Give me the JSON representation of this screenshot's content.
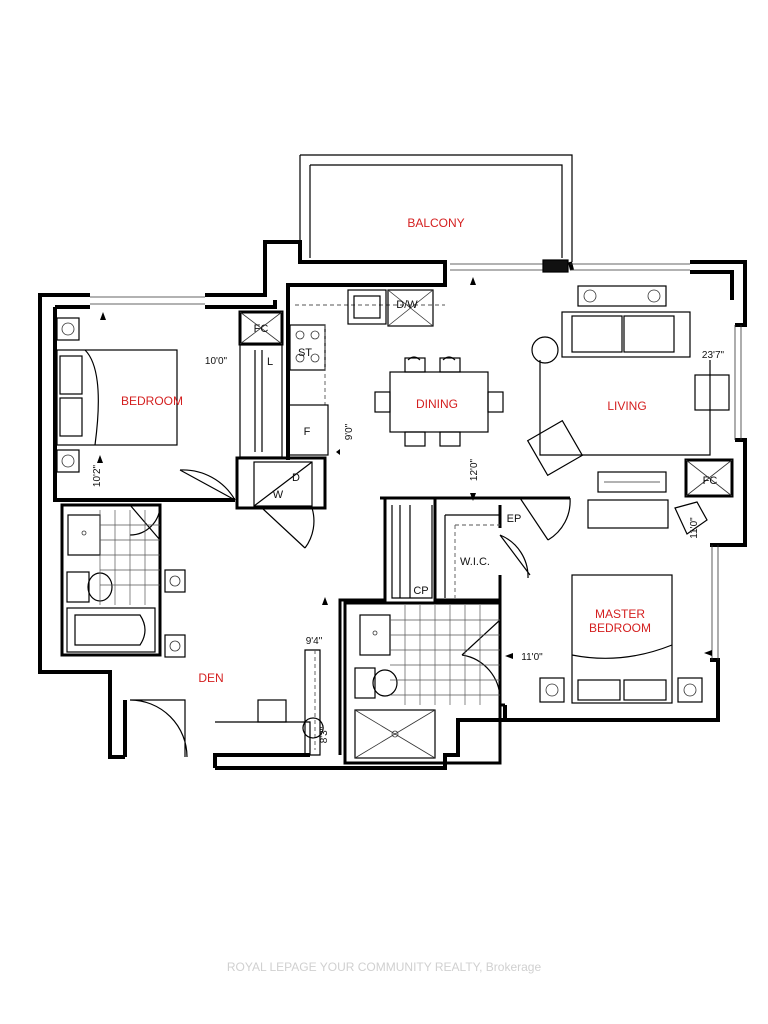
{
  "rooms": {
    "balcony": "BALCONY",
    "bedroom": "BEDROOM",
    "dining": "DINING",
    "living": "LIVING",
    "den": "DEN",
    "master_line1": "MASTER",
    "master_line2": "BEDROOM"
  },
  "labels": {
    "fc_left": "FC",
    "fc_right": "FC",
    "dw": "D/W",
    "st": "ST",
    "l": "L",
    "f": "F",
    "d": "D",
    "w": "W",
    "ep": "EP",
    "wic": "W.I.C.",
    "cp": "CP"
  },
  "dimensions": {
    "kitchen_width": "10'0\"",
    "bedroom_depth": "10'2\"",
    "dining_depth": "9'0\"",
    "living_width": "23'7\"",
    "living_depth": "12'0\"",
    "master_depth": "11'0\"",
    "master_width": "11'0\"",
    "den_depth": "9'4\"",
    "den_width": "8'3\""
  },
  "watermark": "ROYAL LEPAGE YOUR COMMUNITY REALTY, Brokerage"
}
